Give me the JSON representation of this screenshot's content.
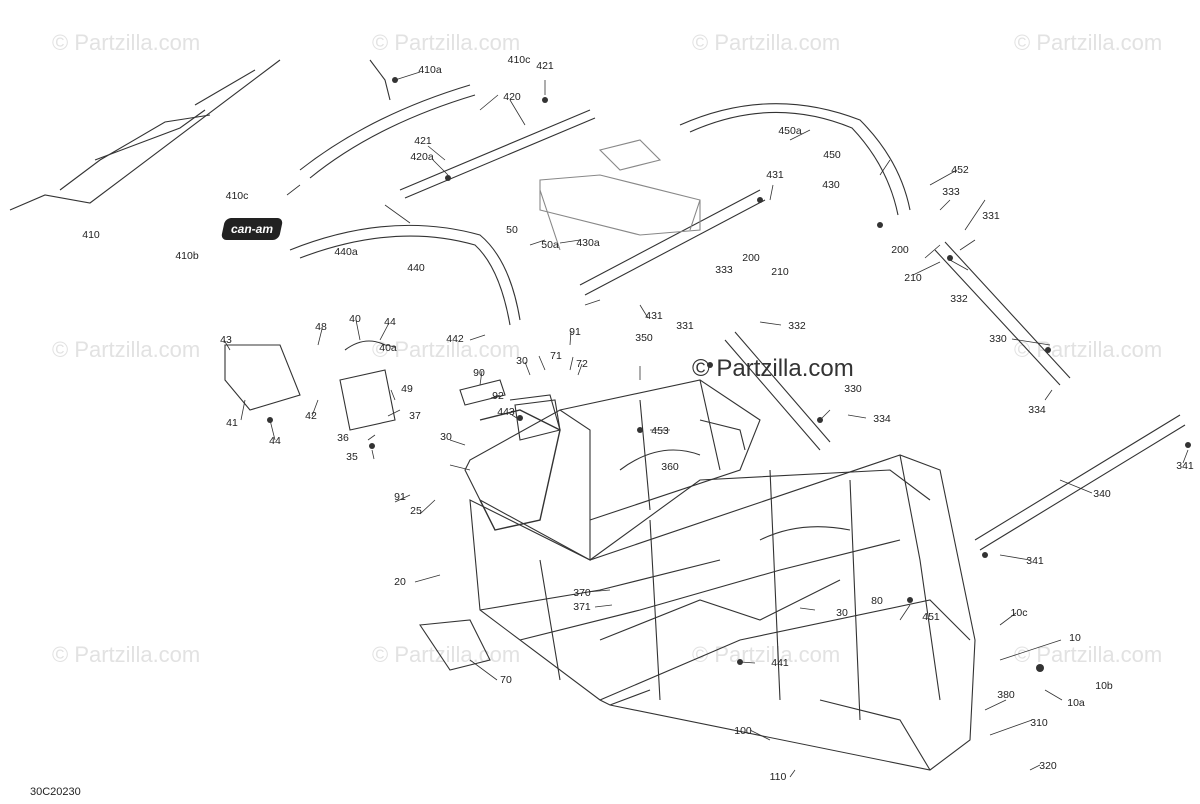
{
  "watermark": "© Partzilla.com",
  "diagram_code": "30C20230",
  "brand_badge": "can-am",
  "callouts": [
    {
      "id": "410",
      "text": "410"
    },
    {
      "id": "410a",
      "text": "410a"
    },
    {
      "id": "410b",
      "text": "410b"
    },
    {
      "id": "410c-1",
      "text": "410c"
    },
    {
      "id": "410c-2",
      "text": "410c"
    },
    {
      "id": "420",
      "text": "420"
    },
    {
      "id": "420a",
      "text": "420a"
    },
    {
      "id": "421-1",
      "text": "421"
    },
    {
      "id": "421-2",
      "text": "421"
    },
    {
      "id": "50",
      "text": "50"
    },
    {
      "id": "50a",
      "text": "50a"
    },
    {
      "id": "430",
      "text": "430"
    },
    {
      "id": "430a",
      "text": "430a"
    },
    {
      "id": "431-1",
      "text": "431"
    },
    {
      "id": "431-2",
      "text": "431"
    },
    {
      "id": "440",
      "text": "440"
    },
    {
      "id": "440a",
      "text": "440a"
    },
    {
      "id": "442",
      "text": "442"
    },
    {
      "id": "443",
      "text": "443"
    },
    {
      "id": "450",
      "text": "450"
    },
    {
      "id": "450a",
      "text": "450a"
    },
    {
      "id": "451",
      "text": "451"
    },
    {
      "id": "452",
      "text": "452"
    },
    {
      "id": "453",
      "text": "453"
    },
    {
      "id": "441",
      "text": "441"
    },
    {
      "id": "333-1",
      "text": "333"
    },
    {
      "id": "333-2",
      "text": "333"
    },
    {
      "id": "331-1",
      "text": "331"
    },
    {
      "id": "331-2",
      "text": "331"
    },
    {
      "id": "332-1",
      "text": "332"
    },
    {
      "id": "332-2",
      "text": "332"
    },
    {
      "id": "330-1",
      "text": "330"
    },
    {
      "id": "330-2",
      "text": "330"
    },
    {
      "id": "334-1",
      "text": "334"
    },
    {
      "id": "334-2",
      "text": "334"
    },
    {
      "id": "200-1",
      "text": "200"
    },
    {
      "id": "200-2",
      "text": "200"
    },
    {
      "id": "210-1",
      "text": "210"
    },
    {
      "id": "210-2",
      "text": "210"
    },
    {
      "id": "340",
      "text": "340"
    },
    {
      "id": "341-1",
      "text": "341"
    },
    {
      "id": "341-2",
      "text": "341"
    },
    {
      "id": "350",
      "text": "350"
    },
    {
      "id": "360",
      "text": "360"
    },
    {
      "id": "370",
      "text": "370"
    },
    {
      "id": "371",
      "text": "371"
    },
    {
      "id": "380",
      "text": "380"
    },
    {
      "id": "310",
      "text": "310"
    },
    {
      "id": "320",
      "text": "320"
    },
    {
      "id": "100",
      "text": "100"
    },
    {
      "id": "110",
      "text": "110"
    },
    {
      "id": "10",
      "text": "10"
    },
    {
      "id": "10a",
      "text": "10a"
    },
    {
      "id": "10b",
      "text": "10b"
    },
    {
      "id": "10c",
      "text": "10c"
    },
    {
      "id": "20",
      "text": "20"
    },
    {
      "id": "25",
      "text": "25"
    },
    {
      "id": "30-1",
      "text": "30"
    },
    {
      "id": "30-2",
      "text": "30"
    },
    {
      "id": "30-3",
      "text": "30"
    },
    {
      "id": "35",
      "text": "35"
    },
    {
      "id": "36",
      "text": "36"
    },
    {
      "id": "37",
      "text": "37"
    },
    {
      "id": "40",
      "text": "40"
    },
    {
      "id": "40a",
      "text": "40a"
    },
    {
      "id": "41",
      "text": "41"
    },
    {
      "id": "42",
      "text": "42"
    },
    {
      "id": "43",
      "text": "43"
    },
    {
      "id": "44-1",
      "text": "44"
    },
    {
      "id": "44-2",
      "text": "44"
    },
    {
      "id": "48",
      "text": "48"
    },
    {
      "id": "49",
      "text": "49"
    },
    {
      "id": "70",
      "text": "70"
    },
    {
      "id": "71",
      "text": "71"
    },
    {
      "id": "72",
      "text": "72"
    },
    {
      "id": "80",
      "text": "80"
    },
    {
      "id": "90",
      "text": "90"
    },
    {
      "id": "91-1",
      "text": "91"
    },
    {
      "id": "91-2",
      "text": "91"
    },
    {
      "id": "92",
      "text": "92"
    }
  ]
}
